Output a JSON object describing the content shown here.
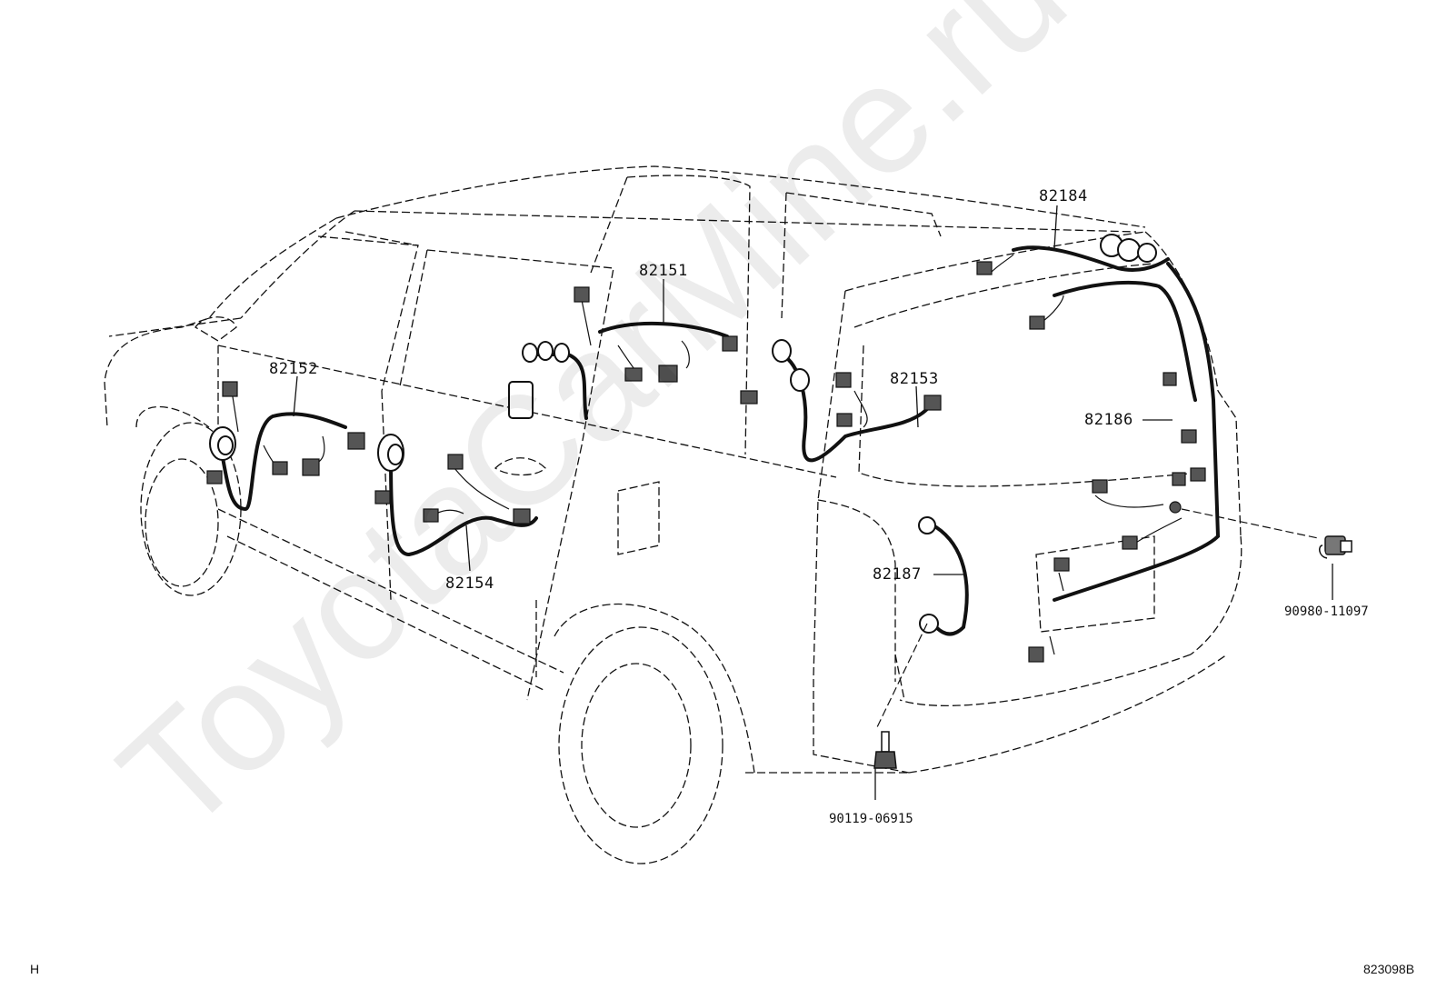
{
  "diagram": {
    "watermark": "ToyotaCarMine.ru",
    "corner_left": "H",
    "corner_right": "823098B",
    "parts": {
      "p82184": "82184",
      "p82151": "82151",
      "p82152": "82152",
      "p82153": "82153",
      "p82186": "82186",
      "p82154": "82154",
      "p82187": "82187",
      "p90980": "90980-11097",
      "p90119": "90119-06915"
    }
  }
}
